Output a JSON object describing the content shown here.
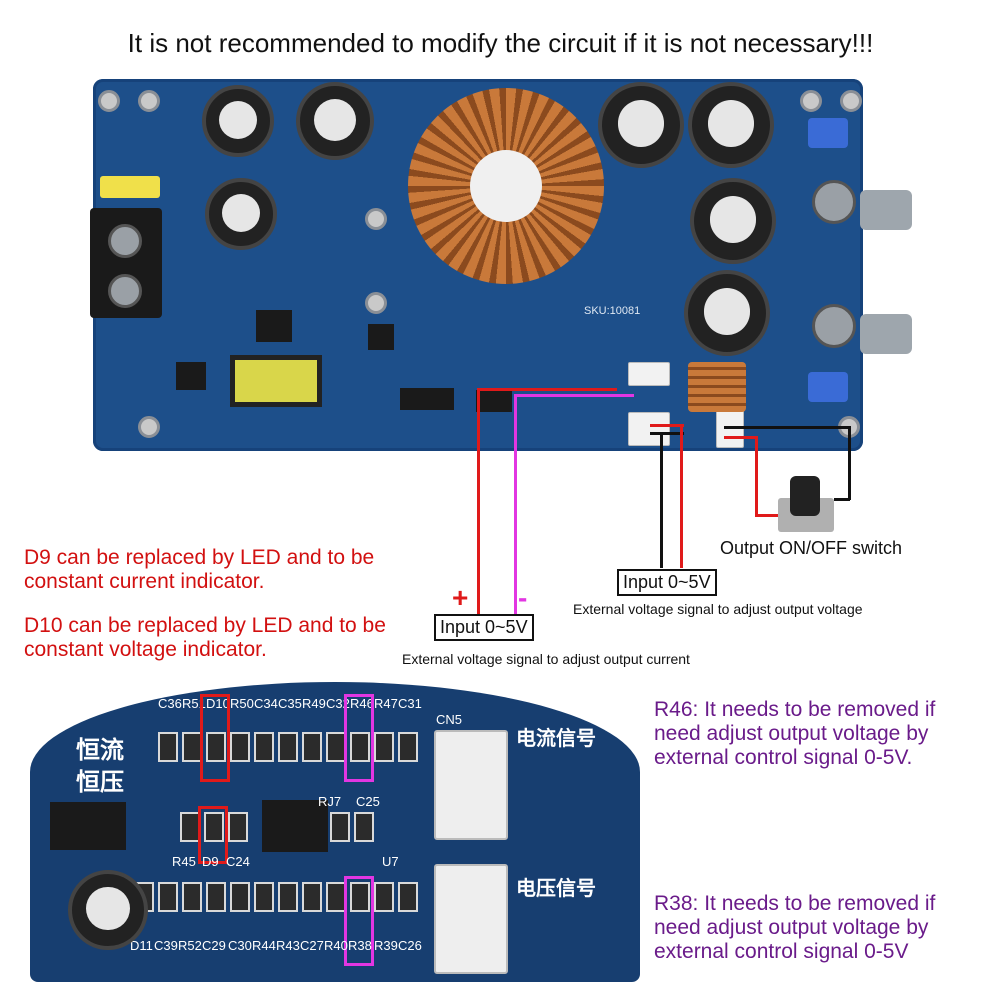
{
  "title": "It is not recommended to modify the circuit if it is not necessary!!!",
  "board": {
    "sku": "SKU:10081"
  },
  "annotations": {
    "output_switch": "Output ON/OFF switch",
    "voltage_box": "Input 0~5V",
    "voltage_caption": "External voltage signal to adjust output voltage",
    "current_box": "Input 0~5V",
    "current_caption": "External voltage signal to adjust output current",
    "plus": "+",
    "minus": "-"
  },
  "notes": {
    "d9": [
      "D9 can be replaced by LED and to be",
      "constant current indicator."
    ],
    "d10": [
      "D10 can be replaced by LED and to be",
      "constant voltage indicator."
    ],
    "r46": [
      "R46: It needs to be removed if",
      "need adjust output voltage by",
      "external control signal 0-5V."
    ],
    "r38": [
      "R38: It needs to be removed if",
      "need adjust output voltage by",
      "external control signal 0-5V"
    ]
  },
  "zoom": {
    "cjk_cc": "恒流",
    "cjk_cv": "恒压",
    "cjk_current_signal": "电流信号",
    "cjk_voltage_signal": "电压信号",
    "top_labels": [
      "C36",
      "R51",
      "D10",
      "R50",
      "C34",
      "C35",
      "R49",
      "C32",
      "R46",
      "R47",
      "C31"
    ],
    "mid_labels": [
      "RJ7",
      "C25"
    ],
    "mid_bottom": [
      "R45",
      "D9",
      "C24",
      "U7"
    ],
    "bottom_labels": [
      "D11",
      "C39",
      "R52",
      "C29",
      "C30",
      "R44",
      "R43",
      "C27",
      "R40",
      "R38",
      "R39",
      "C26"
    ],
    "cn5": "CN5"
  },
  "colors": {
    "red": "#e01a1a",
    "pink": "#e236e2",
    "note_red": "#d21010",
    "note_purple": "#6a1b8a",
    "board": "#1d4f8a"
  }
}
